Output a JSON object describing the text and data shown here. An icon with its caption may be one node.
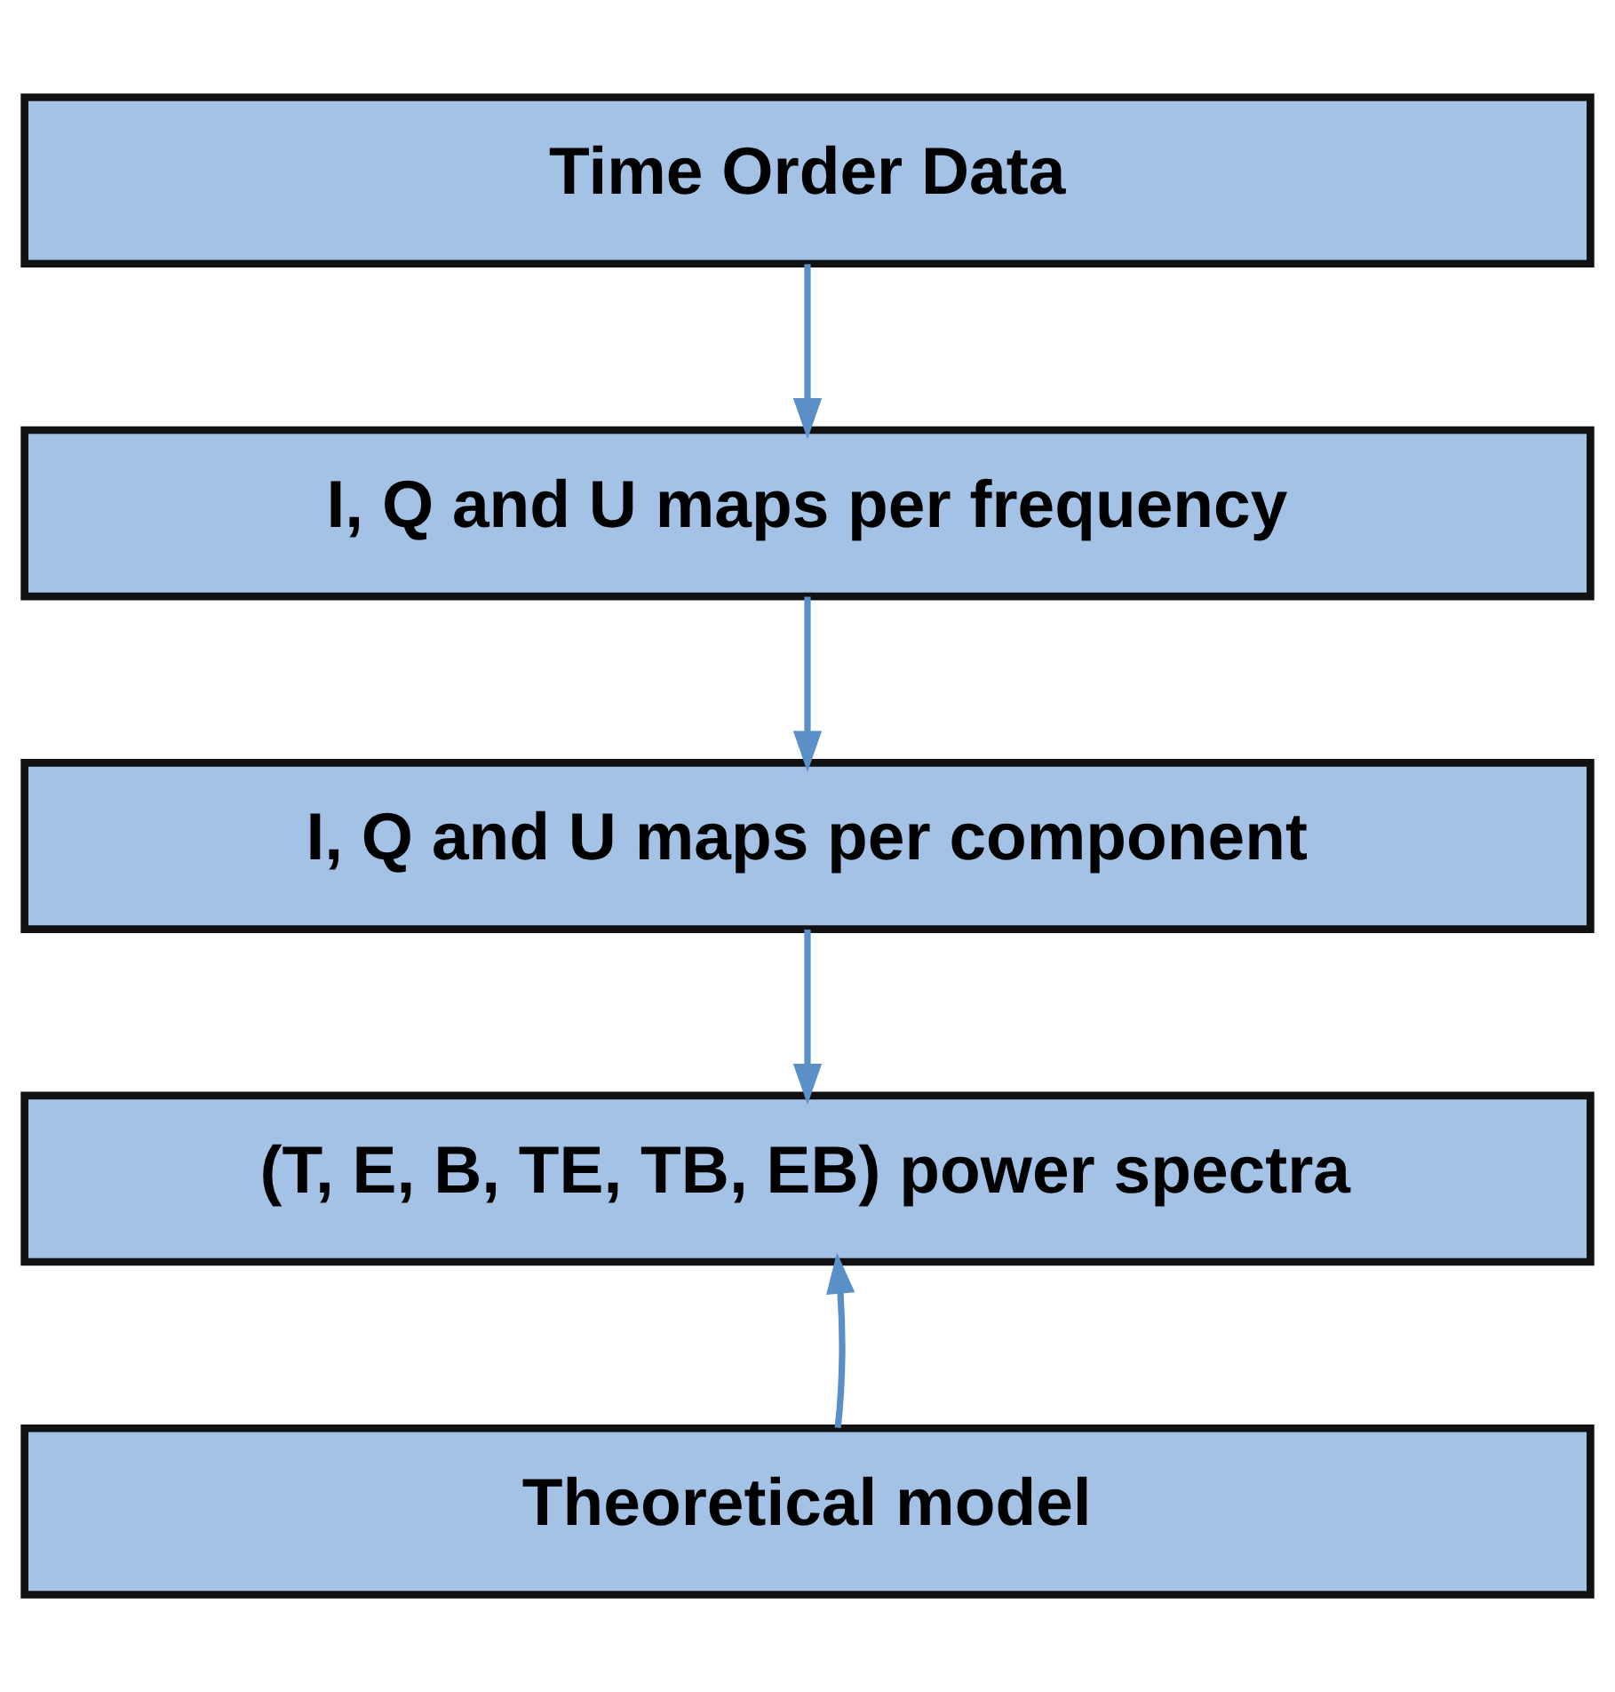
{
  "diagram": {
    "nodes": [
      {
        "text": [
          "Time Order Data"
        ]
      },
      {
        "text": [
          "I, Q and U maps per frequency"
        ]
      },
      {
        "text": [
          "I, Q and U maps per component"
        ]
      },
      {
        "text": [
          "(T, E, B, TE, TB, EB) power spectra"
        ]
      },
      {
        "text": [
          "Theoretical model"
        ]
      }
    ],
    "edges": [
      {
        "from": 0,
        "to": 1,
        "arrow": "to"
      },
      {
        "from": 1,
        "to": 2,
        "arrow": "to"
      },
      {
        "from": 2,
        "to": 3,
        "arrow": "to"
      },
      {
        "from": 4,
        "to": 3,
        "arrow": "to"
      }
    ]
  }
}
